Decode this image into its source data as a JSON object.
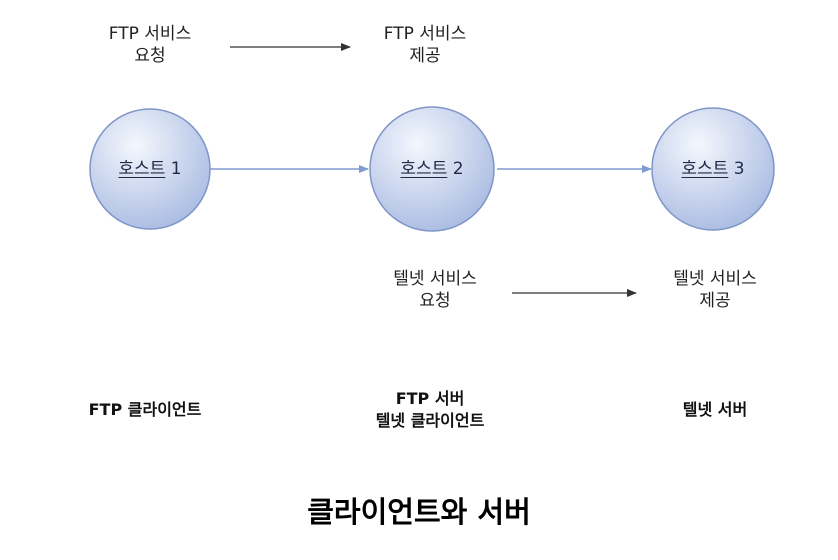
{
  "nodes": [
    {
      "underlined": "호스트",
      "suffix": " 1"
    },
    {
      "underlined": "호스트",
      "suffix": " 2"
    },
    {
      "underlined": "호스트",
      "suffix": " 3"
    }
  ],
  "ftp": {
    "request": [
      "FTP 서비스",
      "요청"
    ],
    "provide": [
      "FTP 서비스",
      "제공"
    ]
  },
  "telnet": {
    "request": [
      "텔넷 서비스",
      "요청"
    ],
    "provide": [
      "텔넷 서비스",
      "제공"
    ]
  },
  "roles": {
    "host1": [
      "FTP 클라이언트"
    ],
    "host2": [
      "FTP 서버",
      "텔넷 클라이언트"
    ],
    "host3": [
      "텔넷 서버"
    ]
  },
  "caption": "클라이언트와 서버",
  "colors": {
    "node_fill_light": "#f2f5fc",
    "node_fill_dark": "#aebfe4",
    "node_stroke": "#7f96c8",
    "link": "#7f9ad0",
    "arrow": "#333333"
  }
}
